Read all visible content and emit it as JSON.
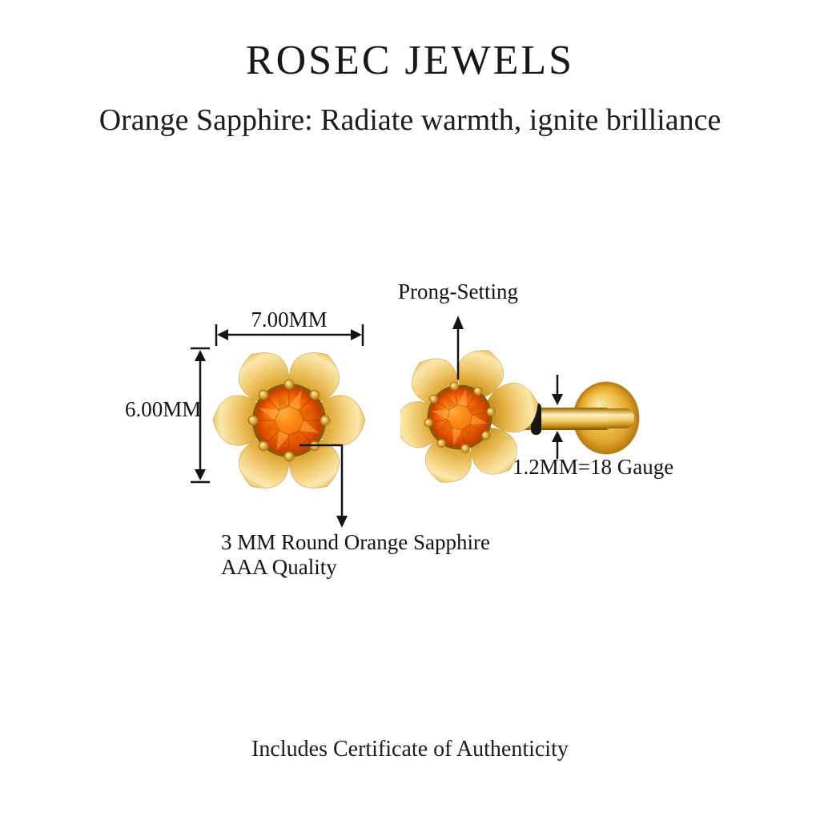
{
  "brand": {
    "title": "ROSEC JEWELS",
    "tagline": "Orange Sapphire: Radiate warmth, ignite brilliance"
  },
  "annotations": {
    "width_label": "7.00MM",
    "height_label": "6.00MM",
    "prong_label": "Prong-Setting",
    "gauge_label": "1.2MM=18 Gauge",
    "stone_label_line1": "3 MM Round Orange Sapphire",
    "stone_label_line2": "AAA Quality"
  },
  "footer": {
    "note": "Includes Certificate of Authenticity"
  },
  "colors": {
    "background": "#ffffff",
    "text": "#1b1b1b",
    "annotation_line": "#141414",
    "gold_light": "#fbe8ad",
    "gold_mid": "#e0ab3a",
    "gold_dark": "#8a5a04",
    "gem_orange": "#f06000",
    "gem_highlight": "#ffc356",
    "gem_shadow": "#c33d00"
  }
}
